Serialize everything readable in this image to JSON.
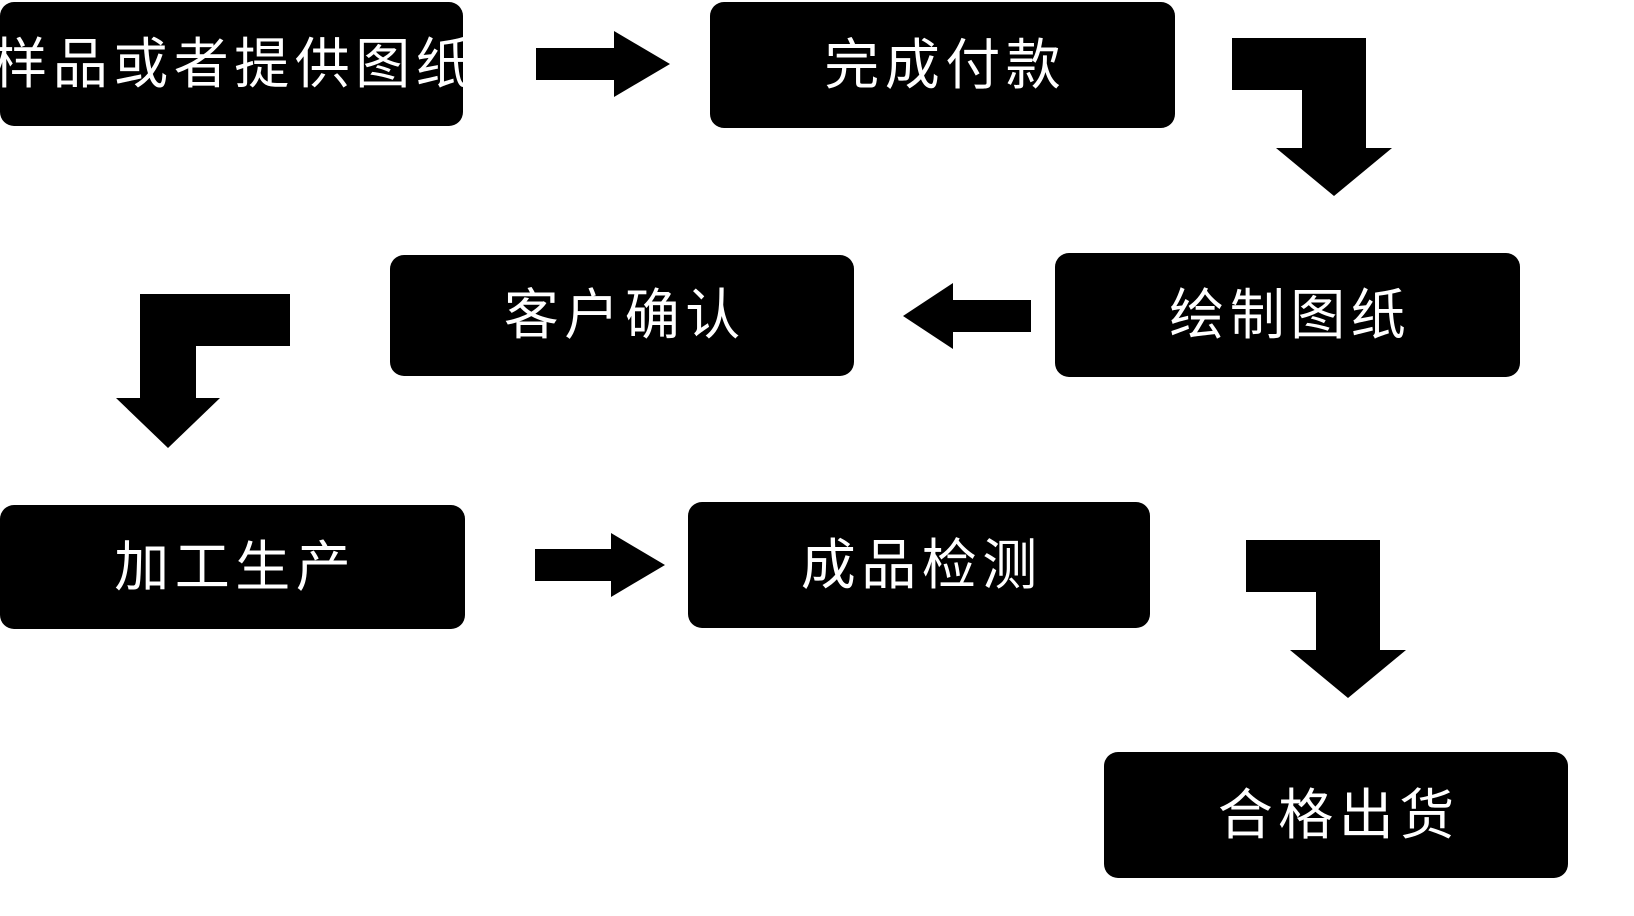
{
  "diagram": {
    "title": "",
    "background_color": "#ffffff",
    "node_fill_color": "#000000",
    "node_text_color": "#ffffff",
    "arrow_color": "#000000",
    "type": "process-flowchart",
    "nodes": [
      {
        "id": "sample",
        "label": "样品或者提供图纸",
        "order": 1,
        "row": 1,
        "column": 1
      },
      {
        "id": "payment",
        "label": "完成付款",
        "order": 2,
        "row": 1,
        "column": 2
      },
      {
        "id": "draw",
        "label": "绘制图纸",
        "order": 3,
        "row": 2,
        "column": 3
      },
      {
        "id": "confirm",
        "label": "客户确认",
        "order": 4,
        "row": 2,
        "column": 2
      },
      {
        "id": "produce",
        "label": "加工生产",
        "order": 5,
        "row": 3,
        "column": 1
      },
      {
        "id": "inspect",
        "label": "成品检测",
        "order": 6,
        "row": 3,
        "column": 2
      },
      {
        "id": "ship",
        "label": "合格出货",
        "order": 7,
        "row": 4,
        "column": 3
      }
    ],
    "connectors": [
      {
        "id": "c1",
        "from": "sample",
        "to": "payment",
        "shape": "straight-right",
        "direction": "right"
      },
      {
        "id": "c2",
        "from": "payment",
        "to": "draw",
        "shape": "elbow-right-down",
        "direction": "down"
      },
      {
        "id": "c3",
        "from": "draw",
        "to": "confirm",
        "shape": "straight-left",
        "direction": "left"
      },
      {
        "id": "c4",
        "from": "confirm",
        "to": "produce",
        "shape": "elbow-left-down",
        "direction": "down"
      },
      {
        "id": "c5",
        "from": "produce",
        "to": "inspect",
        "shape": "straight-right",
        "direction": "right"
      },
      {
        "id": "c6",
        "from": "inspect",
        "to": "ship",
        "shape": "elbow-right-down",
        "direction": "down"
      }
    ]
  }
}
